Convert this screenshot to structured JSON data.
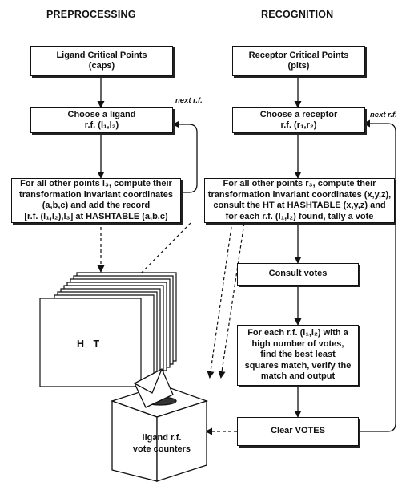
{
  "headings": {
    "preprocessing": "PREPROCESSING",
    "recognition": "RECOGNITION"
  },
  "boxes": {
    "ligand_critical_points": [
      "Ligand Critical Points",
      "(caps)"
    ],
    "choose_ligand": [
      "Choose a ligand",
      "r.f. (l₁,l₂)"
    ],
    "ligand_compute": [
      "For all other points l₃, compute their",
      "transformation invariant coordinates",
      "(a,b,c) and add the record",
      "[r.f. (l₁,l₂),l₃] at HASHTABLE (a,b,c)"
    ],
    "receptor_critical_points": [
      "Receptor Critical Points",
      "(pits)"
    ],
    "choose_receptor": [
      "Choose a receptor",
      "r.f. (r₁,r₂)"
    ],
    "receptor_compute": [
      "For all other points r₃, compute their",
      "transformation invariant coordinates (x,y,z),",
      "consult the HT at HASHTABLE (x,y,z) and",
      "for each r.f. (l₁,l₂) found, tally a vote"
    ],
    "consult_votes": [
      "Consult votes"
    ],
    "best_match": [
      "For each r.f. (l₁,l₂) with a",
      "high number of votes,",
      "find the best least",
      "squares match, verify the",
      "match and output"
    ],
    "clear_votes": [
      "Clear VOTES"
    ]
  },
  "edge_labels": {
    "next_rf_left": "next r.f.",
    "next_rf_right": "next r.f."
  },
  "hashtable_label": "H T",
  "ballot_box_label": [
    "ligand r.f.",
    "vote counters"
  ]
}
